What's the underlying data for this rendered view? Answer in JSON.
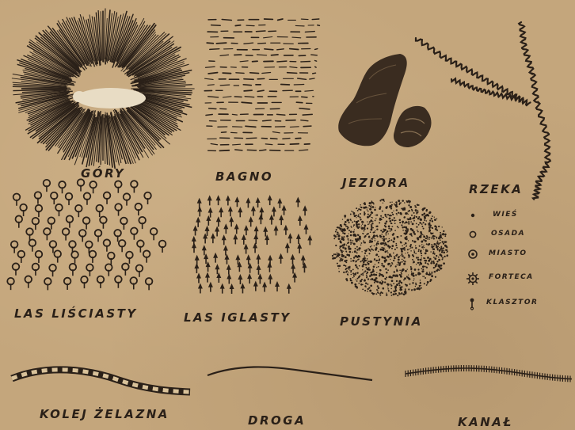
{
  "legend": {
    "gory": "GÓRY",
    "bagno": "BAGNO",
    "jeziora": "JEZIORA",
    "rzeka": "RZEKA",
    "las_lisciasty": "LAS LIŚCIASTY",
    "las_iglasty": "LAS IGLASTY",
    "pustynia": "PUSTYNIA",
    "kolej_zelazna": "KOLEJ ŻELAZNA",
    "droga": "DROGA",
    "kanal": "KANAŁ"
  },
  "settlements": {
    "wies": "WIEŚ",
    "osada": "OSADA",
    "miasto": "MIASTO",
    "forteca": "FORTECA",
    "klasztor": "KLASZTOR"
  },
  "colors": {
    "paper": "#c4a67c",
    "ink": "#2a2018"
  }
}
